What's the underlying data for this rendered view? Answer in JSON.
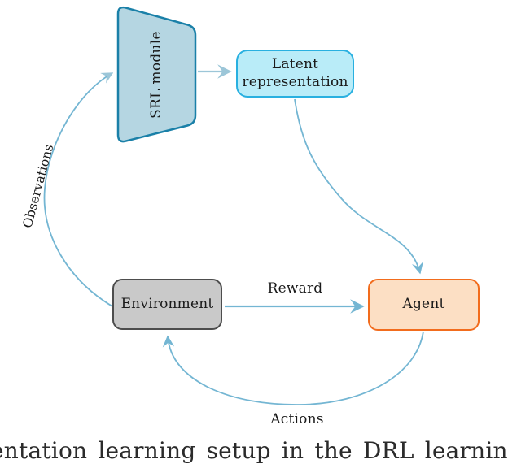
{
  "diagram": {
    "nodes": {
      "srl_module": {
        "label": "SRL module"
      },
      "latent_representation": {
        "label": "Latent representation"
      },
      "environment": {
        "label": "Environment"
      },
      "agent": {
        "label": "Agent"
      }
    },
    "edge_labels": {
      "observations": "Observations",
      "reward": "Reward",
      "actions": "Actions"
    },
    "colors": {
      "arrow": "#74b6d3",
      "arrow_light": "#9cc6d8",
      "srl_fill": "#b5d6e2",
      "srl_border": "#1a80a8",
      "latent_fill": "#b9ecf8",
      "latent_border": "#29b0e0",
      "environment_fill": "#c9c9c9",
      "environment_border": "#4d4d4d",
      "agent_fill": "#fcdfc4",
      "agent_border": "#f26c1d",
      "text": "#1a1a1a"
    }
  },
  "caption": {
    "visible_text": "entation learning setup in the DRL learning"
  }
}
